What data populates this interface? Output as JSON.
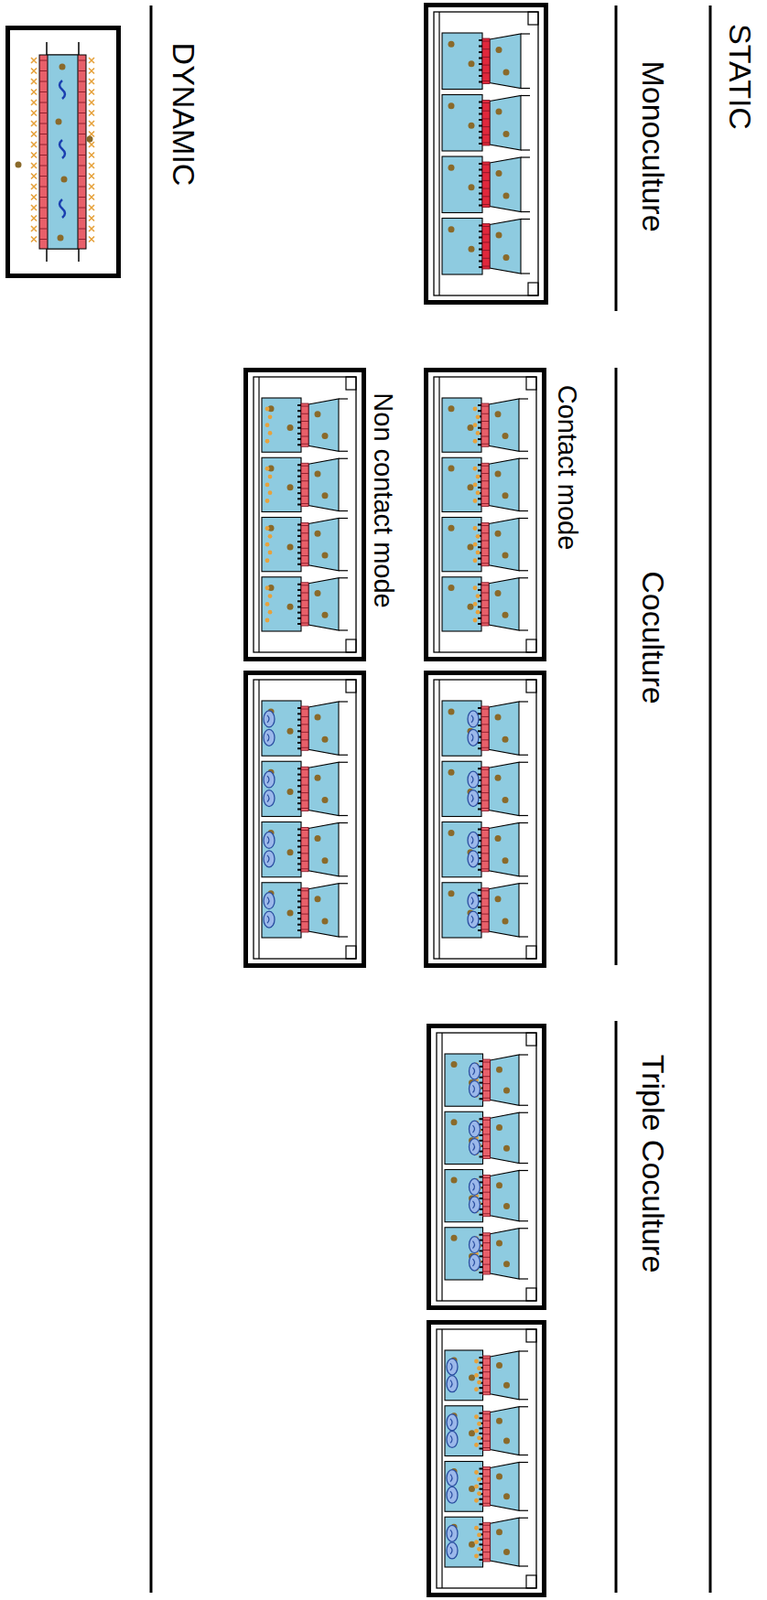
{
  "diagram": {
    "labels": [
      "STATIC",
      "Monoculture",
      "Coculture",
      "Contact mode",
      "Non contact mode",
      "Triple Coculture",
      "DYNAMIC"
    ]
  }
}
